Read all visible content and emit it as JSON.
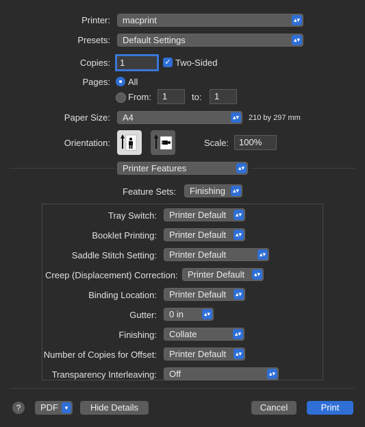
{
  "printer": {
    "label": "Printer:",
    "value": "macprint"
  },
  "presets": {
    "label": "Presets:",
    "value": "Default Settings"
  },
  "copies": {
    "label": "Copies:",
    "value": "1",
    "two_sided_label": "Two-Sided",
    "two_sided_checked": true
  },
  "pages": {
    "label": "Pages:",
    "all_label": "All",
    "from_label": "From:",
    "from_value": "1",
    "to_label": "to:",
    "to_value": "1"
  },
  "paper_size": {
    "label": "Paper Size:",
    "value": "A4",
    "dimensions": "210 by 297 mm"
  },
  "orientation": {
    "label": "Orientation:",
    "scale_label": "Scale:",
    "scale_value": "100%"
  },
  "section": {
    "value": "Printer Features"
  },
  "feature_sets": {
    "label": "Feature Sets:",
    "value": "Finishing"
  },
  "features": [
    {
      "label": "Tray Switch:",
      "value": "Printer Default"
    },
    {
      "label": "Booklet Printing:",
      "value": "Printer Default"
    },
    {
      "label": "Saddle Stitch Setting:",
      "value": "Printer Default"
    },
    {
      "label": "Creep (Displacement) Correction:",
      "value": "Printer Default"
    },
    {
      "label": "Binding Location:",
      "value": "Printer Default"
    },
    {
      "label": "Gutter:",
      "value": "0 in"
    },
    {
      "label": "Finishing:",
      "value": "Collate"
    },
    {
      "label": "Number of Copies for Offset:",
      "value": "Printer Default"
    },
    {
      "label": "Transparency Interleaving:",
      "value": "Off"
    }
  ],
  "footer": {
    "help": "?",
    "pdf": "PDF",
    "hide_details": "Hide Details",
    "cancel": "Cancel",
    "print": "Print"
  },
  "colors": {
    "accent": "#2f6fd6",
    "background": "#2b2b2b"
  }
}
